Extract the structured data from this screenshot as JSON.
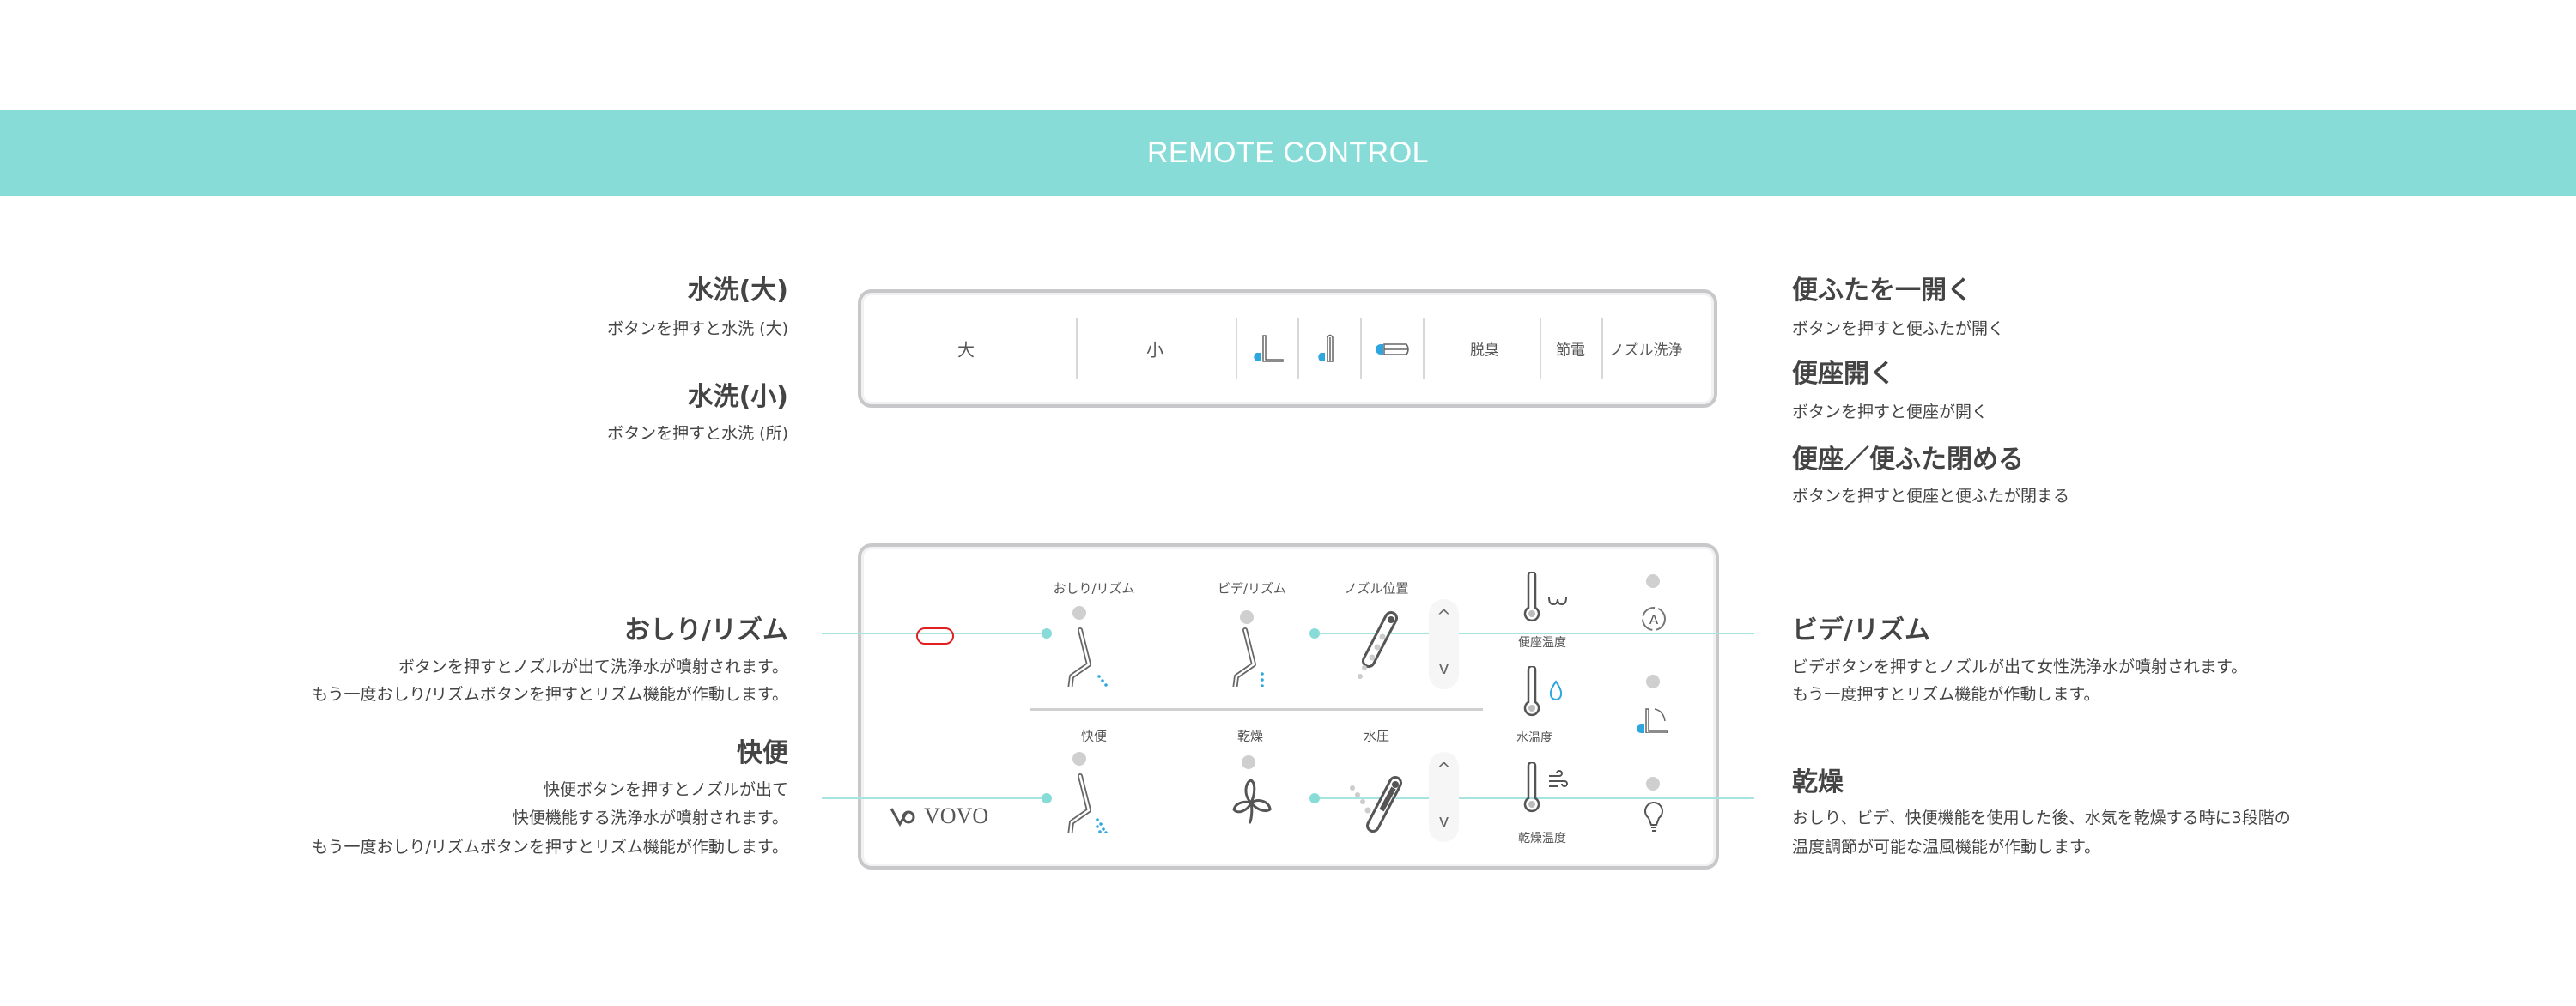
{
  "header": {
    "title": "REMOTE CONTROL"
  },
  "left": [
    {
      "title": "水洗(大)",
      "desc": [
        "ボタンを押すと水洗 (大)"
      ]
    },
    {
      "title": "水洗(小)",
      "desc": [
        "ボタンを押すと水洗 (所)"
      ]
    },
    {
      "title": "おしり/リズム",
      "desc": [
        "ボタンを押すとノズルが出て洗浄水が噴射されます。",
        "もう一度おしり/リズムボタンを押すとリズム機能が作動します。"
      ]
    },
    {
      "title": "快便",
      "desc": [
        "快便ボタンを押すとノズルが出て",
        "快便機能する洗浄水が噴射されます。",
        "もう一度おしり/リズムボタンを押すとリズム機能が作動します。"
      ]
    }
  ],
  "right": [
    {
      "title": "便ふたを一開く",
      "desc": [
        "ボタンを押すと便ふたが開く"
      ]
    },
    {
      "title": "便座開く",
      "desc": [
        "ボタンを押すと便座が開く"
      ]
    },
    {
      "title": "便座／便ふた閉める",
      "desc": [
        "ボタンを押すと便座と便ふたが閉まる"
      ]
    },
    {
      "title": "ビデ/リズム",
      "desc": [
        "ビデボタンを押すとノズルが出て女性洗浄水が噴射されます。",
        "もう一度押すとリズム機能が作動します。"
      ]
    },
    {
      "title": "乾燥",
      "desc": [
        "おしり、ビデ、快便機能を使用した後、水気を乾燥する時に3段階の",
        "温度調節が可能な温風機能が作動します。"
      ]
    }
  ],
  "top_panel": {
    "large": "大",
    "small": "小",
    "deodorize": "脱臭",
    "power_save": "節電",
    "nozzle_clean": "ノズル洗浄"
  },
  "bottom_panel": {
    "oshiri": "おしり/リズム",
    "bidet": "ビデ/リズム",
    "nozzle_pos": "ノズル位置",
    "kaiben": "快便",
    "dry": "乾燥",
    "pressure": "水圧",
    "seat_temp": "便座温度",
    "water_temp": "水温度",
    "dry_temp": "乾燥温度",
    "brand": "VOVO",
    "up": "^",
    "down": "v"
  },
  "colors": {
    "accent": "#88dcd8",
    "blue": "#2ea6e0",
    "red": "#e02020"
  }
}
